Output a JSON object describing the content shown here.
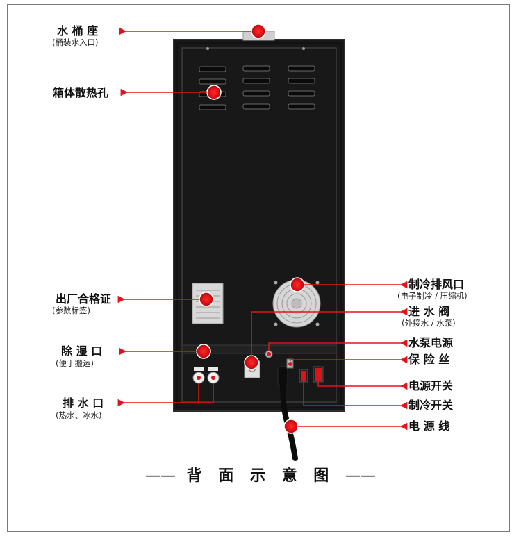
{
  "labels": {
    "bucket_seat": {
      "main": "水 桶 座",
      "sub": "(桶装水入口)"
    },
    "vent_holes": {
      "main": "箱体散热孔"
    },
    "certificate": {
      "main": "出厂合格证",
      "sub": "(参数标签)"
    },
    "dehumid_port": {
      "main": "除 湿 口",
      "sub": "(便于搬运)"
    },
    "drain_port": {
      "main": "排 水 口",
      "sub": "(热水、冰水)"
    },
    "cooling_exhaust": {
      "main": "制冷排风口",
      "sub": "(电子制冷 / 压缩机)"
    },
    "inlet_valve": {
      "main": "进 水 阀",
      "sub": "(外接水 / 水泵)"
    },
    "pump_power": {
      "main": "水泵电源"
    },
    "fuse": {
      "main": "保 险 丝"
    },
    "power_switch": {
      "main": "电源开关"
    },
    "cooling_switch": {
      "main": "制冷开关"
    },
    "power_cord": {
      "main": "电 源 线"
    }
  },
  "caption": {
    "dash_left": "——",
    "text": "背 面 示 意 图",
    "dash_right": "——"
  },
  "colors": {
    "accent": "#e0141a",
    "panel": "#1c1c1c",
    "panel_edge": "#3a3a3a",
    "frame": "#7a7a7a"
  },
  "icons": [
    "red-marker-icon",
    "arrow-left-icon",
    "arrow-right-icon",
    "fan-grille-icon",
    "switch-icon"
  ]
}
